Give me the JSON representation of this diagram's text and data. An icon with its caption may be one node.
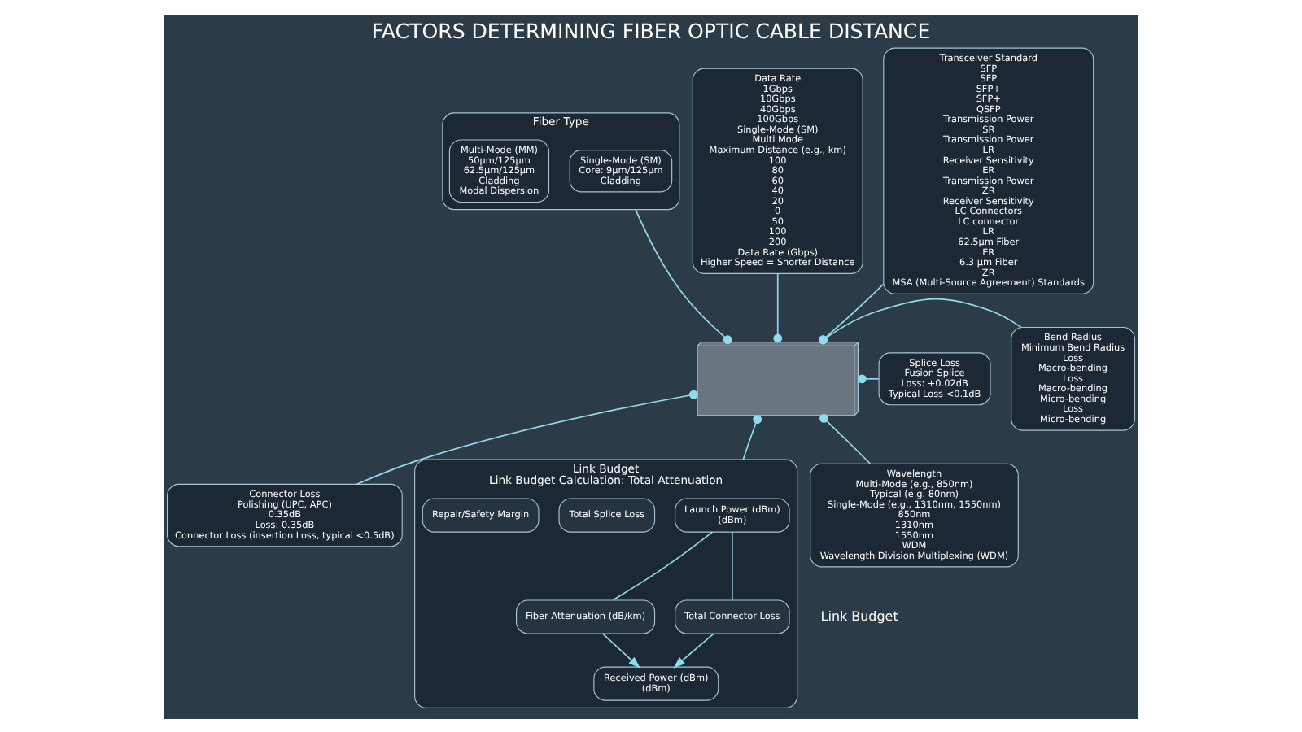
{
  "diagram": {
    "title": "FACTORS DETERMINING FIBER OPTIC CABLE DISTANCE",
    "nodes": [
      {
        "text": [],
        "shape": "picture"
      },
      {
        "text": [
          "Fiber Type"
        ]
      },
      {
        "text": [
          "Single-Mode (SM)",
          "Core: 9µm/125µm",
          "Cladding"
        ],
        "in": 1
      },
      {
        "text": [
          "Multi-Mode (MM)",
          "50µm/125µm",
          "62.5µm/125µm",
          "Cladding",
          "Modal Dispersion"
        ],
        "in": 1
      },
      {
        "text": [
          "Data Rate",
          "1Gbps",
          "10Gbps",
          "40Gbps",
          "100Gbps",
          "Single-Mode (SM)",
          "Multi Mode",
          "Maximum Distance (e.g., km)",
          "100",
          "80",
          "60",
          "40",
          "20",
          "0",
          "50",
          "100",
          "200",
          "Data Rate (Gbps)",
          "Higher Speed = Shorter Distance"
        ]
      },
      {
        "text": [
          "Transceiver Standard",
          "SFP",
          "SFP",
          "SFP+",
          "SFP+",
          "QSFP",
          "Transmission Power",
          "SR",
          "Transmission Power",
          "LR",
          "Receiver Sensitivity",
          "ER",
          "Transmission Power",
          "ZR",
          "Receiver Sensitivity",
          "LC Connectors",
          "LC connector",
          "LR",
          "62.5µm Fiber",
          "ER",
          "6.3 µm Fiber",
          "ZR",
          "MSA (Multi-Source Agreement) Standards"
        ]
      },
      {
        "text": [
          "Splice Loss",
          "Fusion Splice",
          "Loss: +0.02dB",
          "Typical Loss <0.1dB"
        ]
      },
      {
        "text": [
          "Bend Radius",
          "Minimum Bend Radius",
          "Loss",
          "Macro-bending",
          "Loss",
          "Macro-bending",
          "Micro-bending",
          "Loss",
          "Micro-bending"
        ]
      },
      {
        "text": [
          "Connector Loss",
          "Polishing (UPC, APC)",
          "0.35dB",
          "Loss: 0.35dB",
          "Connector Loss (insertion Loss, typical <0.5dB)"
        ]
      },
      {
        "text": [
          "Link Budget",
          "Link Budget Calculation: Total Attenuation"
        ]
      },
      {
        "text": [
          "Launch Power (dBm)",
          "(dBm)"
        ],
        "in": 9
      },
      {
        "text": [
          "Fiber Attenuation (dB/km)"
        ],
        "in": 9
      },
      {
        "text": [
          "Total Splice Loss"
        ],
        "in": 9
      },
      {
        "text": [
          "Total Connector Loss"
        ],
        "in": 9
      },
      {
        "text": [
          "Repair/Safety Margin"
        ],
        "in": 9
      },
      {
        "text": [
          "Received Power (dBm)",
          "(dBm)"
        ],
        "in": 9
      },
      {
        "text": [
          "Wavelength",
          "Multi-Mode (e.g., 850nm)",
          "Typical (e.g. 80nm)",
          "Single-Mode (e.g., 1310nm, 1550nm)",
          "850nm",
          "1310nm",
          "1550nm",
          "WDM",
          "Wavelength Division Multiplexing (WDM)"
        ]
      }
    ],
    "edges": [
      {
        "from": 1,
        "to": 0,
        "arrow": "other"
      },
      {
        "from": 4,
        "to": 0,
        "arrow": "other"
      },
      {
        "from": 5,
        "to": 0,
        "arrow": "other"
      },
      {
        "from": 6,
        "to": 0,
        "arrow": "other"
      },
      {
        "from": 7,
        "to": 0,
        "arrow": "other"
      },
      {
        "from": 8,
        "to": 0,
        "arrow": "other"
      },
      {
        "from": 9,
        "to": 0,
        "arrow": "other"
      },
      {
        "from": 16,
        "to": 0,
        "arrow": "other"
      },
      {
        "from": 10,
        "to": 11,
        "arrow": "none"
      },
      {
        "from": 10,
        "to": 13,
        "arrow": "none"
      },
      {
        "from": 11,
        "to": 15,
        "arrow": "to"
      },
      {
        "from": 13,
        "to": 15,
        "arrow": "to"
      }
    ],
    "labels": [
      "Link Budget"
    ]
  }
}
